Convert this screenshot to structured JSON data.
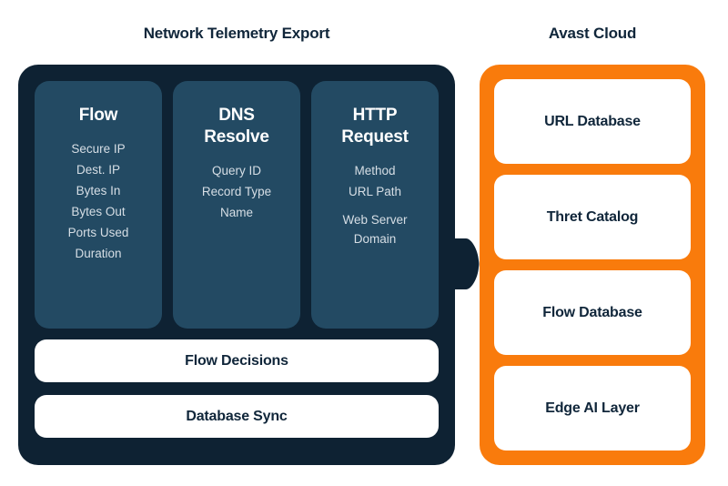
{
  "diagram": {
    "background_color": "#ffffff",
    "left_panel": {
      "title": "Network Telemetry Export",
      "panel_color": "#0e2233",
      "card_color": "#234A63",
      "columns": [
        {
          "title": "Flow",
          "items": [
            "Secure IP",
            "Dest. IP",
            "Bytes In",
            "Bytes Out",
            "Ports Used",
            "Duration"
          ]
        },
        {
          "title": "DNS\nResolve",
          "items": [
            "Query ID",
            "Record Type",
            "Name"
          ]
        },
        {
          "title": "HTTP\nRequest",
          "items": [
            "Method",
            "URL Path",
            "Web Server\nDomain"
          ]
        }
      ],
      "bars": [
        {
          "label": "Flow Decisions"
        },
        {
          "label": "Database Sync"
        }
      ]
    },
    "right_panel": {
      "title": "Avast Cloud",
      "panel_color": "#F97B0C",
      "cards": [
        {
          "label": "URL Database"
        },
        {
          "label": "Thret Catalog"
        },
        {
          "label": "Flow Database"
        },
        {
          "label": "Edge AI Layer"
        }
      ]
    },
    "connector": {
      "name": "arrow-right-icon",
      "color": "#0e2233",
      "direction": "right"
    }
  }
}
